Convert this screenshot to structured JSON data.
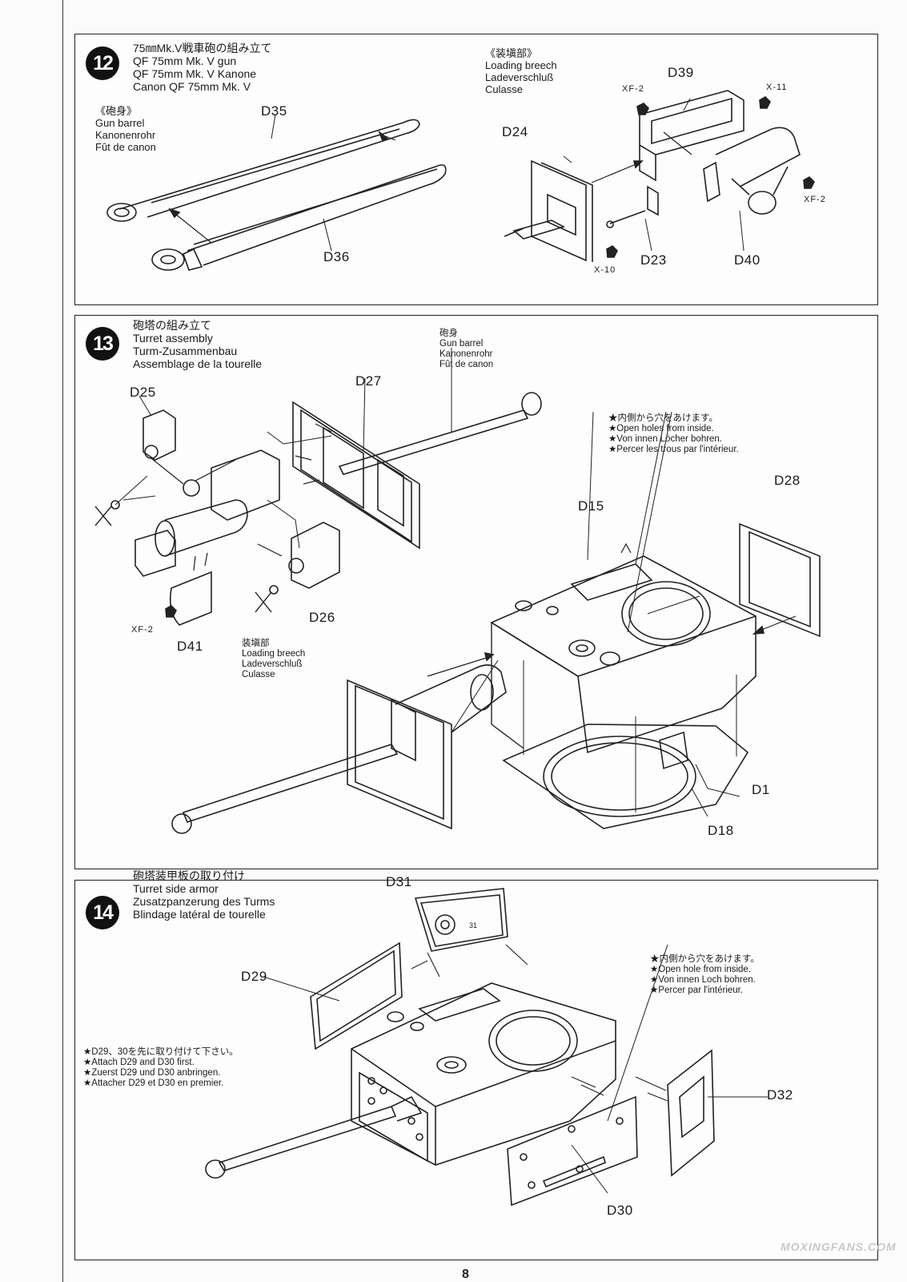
{
  "page_number": "8",
  "watermark": "MOXINGFANS.COM",
  "step12": {
    "number": "12",
    "title_jp": "75㎜Mk.V戦車砲の組み立て",
    "title_en": "QF 75mm Mk. V gun",
    "title_de": "QF 75mm Mk. V Kanone",
    "title_fr": "Canon QF 75mm Mk. V",
    "barrel": {
      "jp": "《砲身》",
      "en": "Gun barrel",
      "de": "Kanonenrohr",
      "fr": "Fût de canon"
    },
    "breech": {
      "jp": "《装塡部》",
      "en": "Loading breech",
      "de": "Ladeverschluß",
      "fr": "Culasse"
    },
    "parts": {
      "d35": "D35",
      "d36": "D36",
      "d39": "D39",
      "d24": "D24",
      "d23": "D23",
      "d40": "D40"
    },
    "paints": {
      "xf2a": "XF-2",
      "x11": "X-11",
      "xf2b": "XF-2",
      "x10": "X-10"
    }
  },
  "step13": {
    "number": "13",
    "title_jp": "砲塔の組み立て",
    "title_en": "Turret assembly",
    "title_de": "Turm-Zusammenbau",
    "title_fr": "Assemblage de la tourelle",
    "barrel": {
      "jp": "砲身",
      "en": "Gun barrel",
      "de": "Kanonenrohr",
      "fr": "Fût de canon"
    },
    "breech": {
      "jp": "装塡部",
      "en": "Loading breech",
      "de": "Ladeverschluß",
      "fr": "Culasse"
    },
    "holes": {
      "jp": "★内側から穴をあけます。",
      "en": "★Open holes from inside.",
      "de": "★Von innen Löcher bohren.",
      "fr": "★Percer les trous par l'intérieur."
    },
    "parts": {
      "d25": "D25",
      "d27": "D27",
      "d15": "D15",
      "d28": "D28",
      "d26": "D26",
      "d41": "D41",
      "d1": "D1",
      "d18": "D18"
    },
    "paints": {
      "xf2": "XF-2"
    }
  },
  "step14": {
    "number": "14",
    "title_jp": "砲塔装甲板の取り付け",
    "title_en": "Turret side armor",
    "title_de": "Zusatzpanzerung des Turms",
    "title_fr": "Blindage latéral de tourelle",
    "hole": {
      "jp": "★内側から穴をあけます。",
      "en": "★Open hole from inside.",
      "de": "★Von innen Loch bohren.",
      "fr": "★Percer par l'intérieur."
    },
    "attach": {
      "jp": "★D29、30を先に取り付けて下さい。",
      "en": "★Attach D29 and D30 first.",
      "de": "★Zuerst D29 und D30 anbringen.",
      "fr": "★Attacher D29 et D30 en premier."
    },
    "parts": {
      "d31": "D31",
      "d29": "D29",
      "d32": "D32",
      "d30": "D30"
    },
    "tag31": "31"
  }
}
